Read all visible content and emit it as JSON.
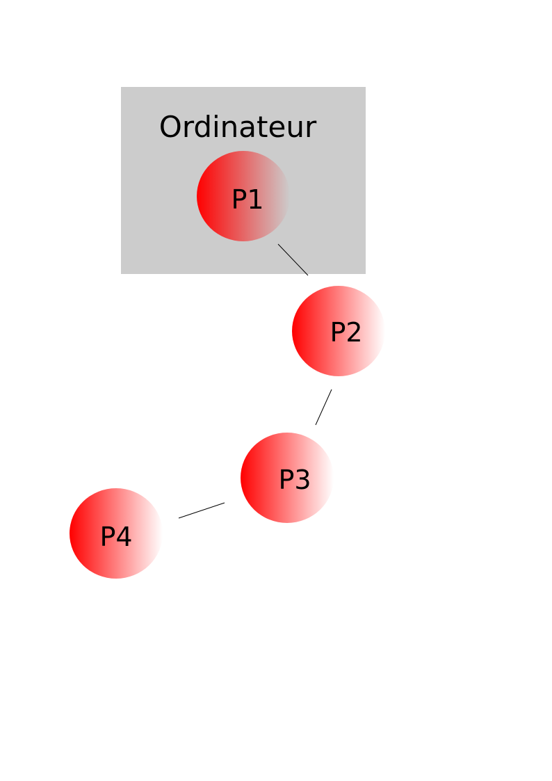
{
  "container": {
    "title": "Ordinateur",
    "fill": "#cccccc"
  },
  "nodes": [
    {
      "id": "p1",
      "label": "P1",
      "gradient_start": "#ff0000",
      "gradient_end": "#cccccc"
    },
    {
      "id": "p2",
      "label": "P2",
      "gradient_start": "#ff0000",
      "gradient_end": "#ffffff"
    },
    {
      "id": "p3",
      "label": "P3",
      "gradient_start": "#ff0000",
      "gradient_end": "#ffffff"
    },
    {
      "id": "p4",
      "label": "P4",
      "gradient_start": "#ff0000",
      "gradient_end": "#ffffff"
    }
  ],
  "connections": [
    {
      "from": "P1",
      "to": "P2"
    },
    {
      "from": "P2",
      "to": "P3"
    },
    {
      "from": "P3",
      "to": "P4"
    }
  ]
}
